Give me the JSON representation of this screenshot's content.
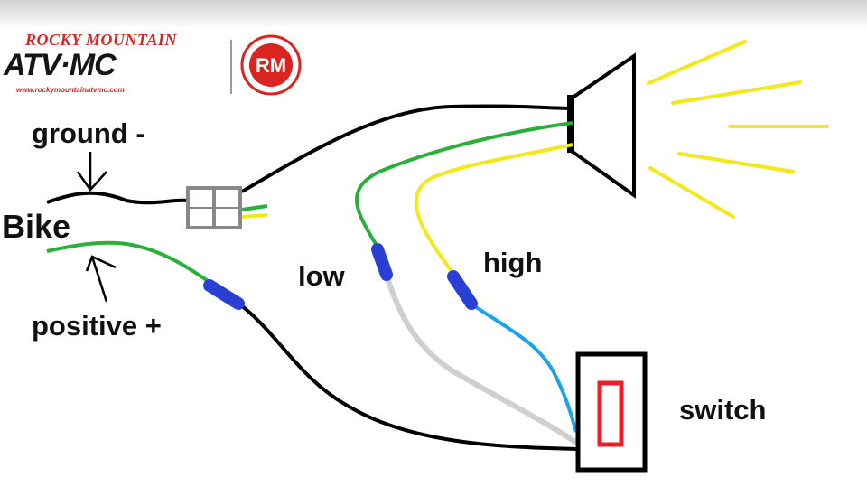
{
  "logo": {
    "line1": "ROCKY MOUNTAIN",
    "line2": "ATV·MC",
    "line3": "www.rockymountainatvmc.com",
    "badge": "RM"
  },
  "labels": {
    "bike": "Bike",
    "ground": "ground -",
    "positive": "positive +",
    "low": "low",
    "high": "high",
    "switch": "switch"
  },
  "colors": {
    "ground_wire": "#000000",
    "positive_wire": "#2ab03a",
    "high_wire": "#f2e81a",
    "low_return_wire": "#cfcfcf",
    "high_return_wire": "#1aa2ea",
    "splice": "#2a3fd6",
    "switch_rocker": "#ee1c24",
    "light_rays": "#f2e81a",
    "logo_red": "#d92420"
  },
  "icons": [
    "horn-icon",
    "switch-icon",
    "connector-icon",
    "logo-badge-icon"
  ]
}
